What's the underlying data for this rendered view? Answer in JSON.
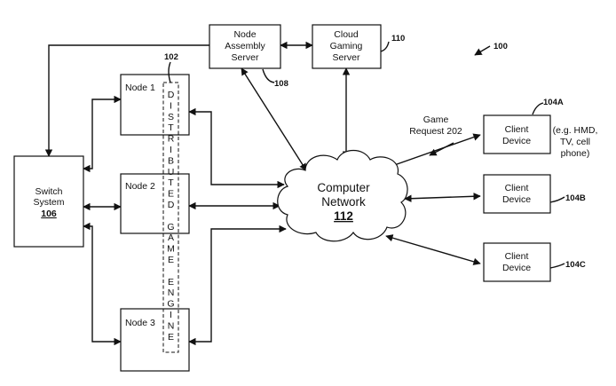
{
  "figure_ref": "100",
  "node_assembly_server": {
    "lines": [
      "Node",
      "Assembly",
      "Server"
    ],
    "ref": "108"
  },
  "cloud_gaming_server": {
    "lines": [
      "Cloud",
      "Gaming",
      "Server"
    ],
    "ref": "110"
  },
  "switch_system": {
    "lines": [
      "Switch",
      "System"
    ],
    "ref": "106"
  },
  "nodes": [
    {
      "label": "Node 1"
    },
    {
      "label": "Node 2"
    },
    {
      "label": "Node 3"
    }
  ],
  "distributed_game_engine": {
    "ref": "102",
    "letters": [
      "D",
      "I",
      "S",
      "T",
      "R",
      "I",
      "B",
      "U",
      "T",
      "E",
      "D",
      "",
      "G",
      "A",
      "M",
      "E",
      "",
      "E",
      "N",
      "G",
      "I",
      "N",
      "E"
    ]
  },
  "computer_network": {
    "lines": [
      "Computer",
      "Network"
    ],
    "ref": "112"
  },
  "game_request": {
    "lines": [
      "Game",
      "Request 202"
    ]
  },
  "client_devices": [
    {
      "lines": [
        "Client",
        "Device"
      ],
      "ref": "104A",
      "note_lines": [
        "(e.g. HMD,",
        "TV, cell",
        "phone)"
      ]
    },
    {
      "lines": [
        "Client",
        "Device"
      ],
      "ref": "104B"
    },
    {
      "lines": [
        "Client",
        "Device"
      ],
      "ref": "104C"
    }
  ]
}
